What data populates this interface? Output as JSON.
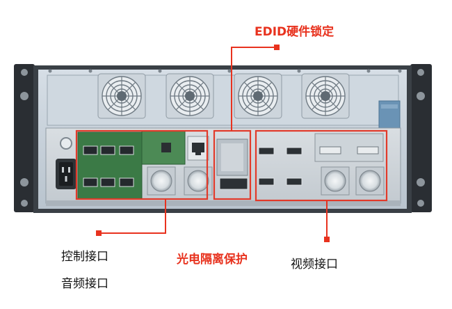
{
  "labels": {
    "edid": "EDID硬件锁定",
    "control": "控制接口",
    "audio": "音频接口",
    "optical": "光电隔离保护",
    "video": "视频接口"
  },
  "colors": {
    "accent_red": "#e8321e",
    "outline_red": "#e23a2a",
    "chassis": "#2b2f33",
    "panel": "#c9d3dc",
    "pcb_green": "#3b7a46"
  },
  "icons": {
    "fans": [
      "fan-icon",
      "fan-icon",
      "fan-icon",
      "fan-icon"
    ],
    "power": "power-inlet-icon",
    "network": "rj45-port-icon"
  }
}
